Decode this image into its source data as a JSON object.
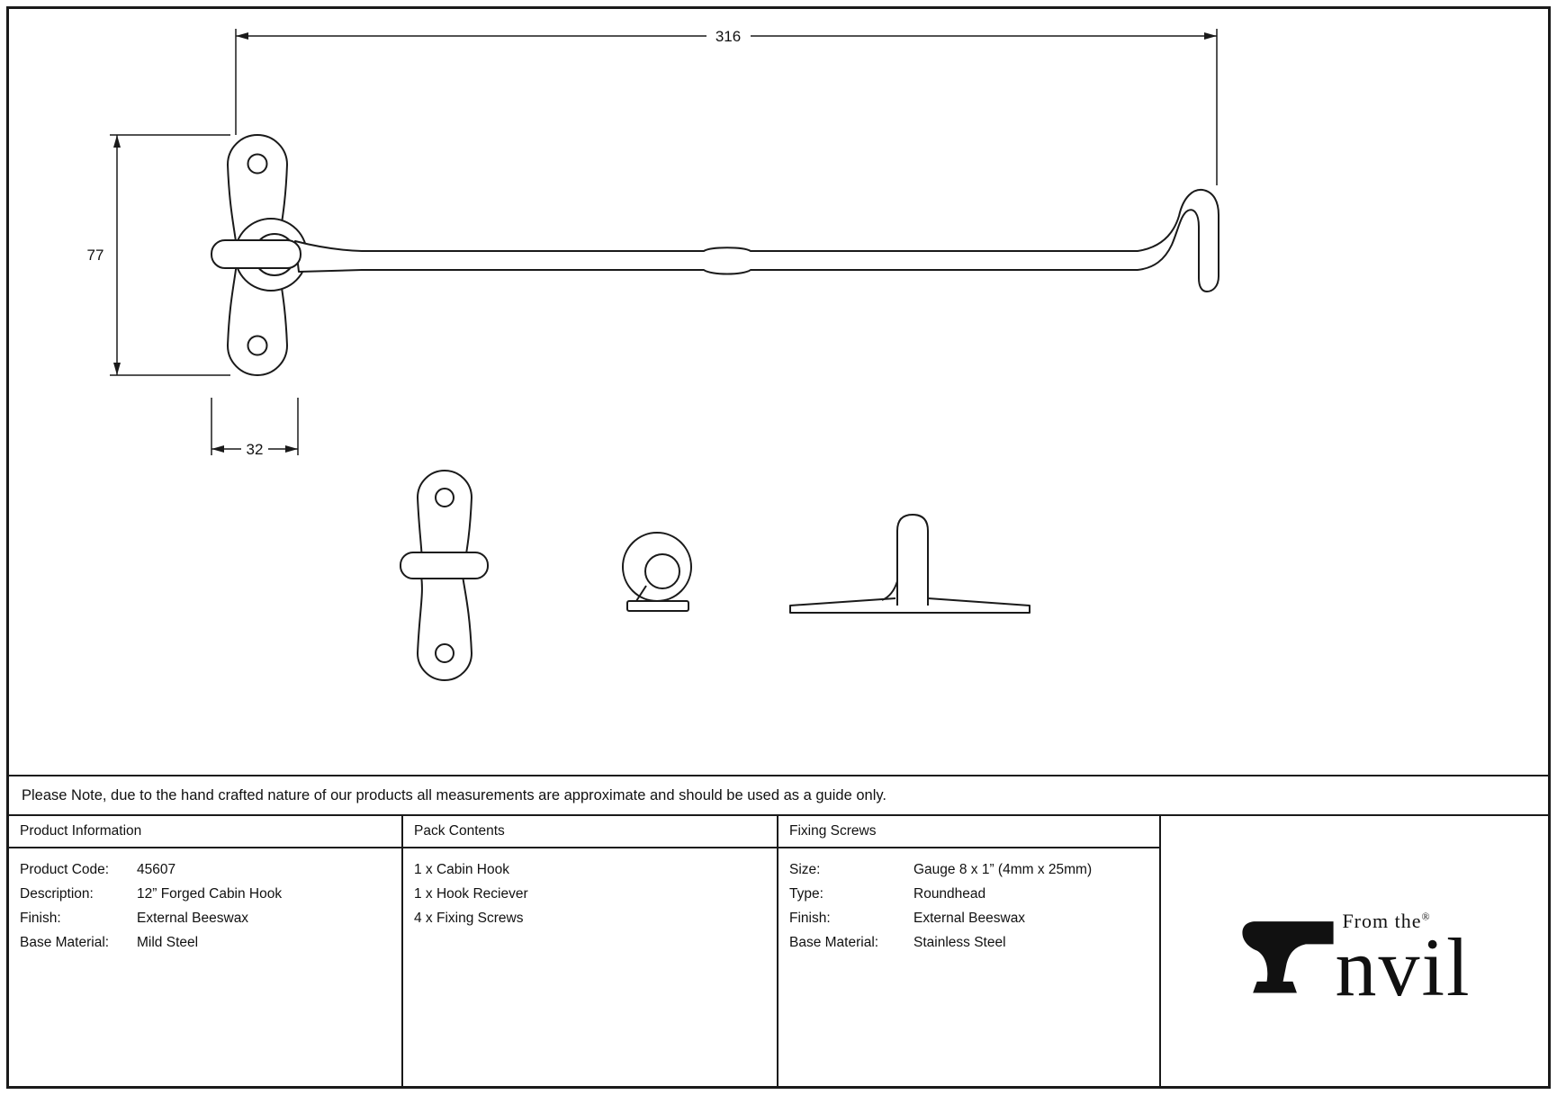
{
  "drawing": {
    "dim_width": "316",
    "dim_height": "77",
    "dim_pivot": "32"
  },
  "note": "Please Note, due to the hand crafted nature of our products all measurements are approximate and should be used as a guide only.",
  "table": {
    "product_information": {
      "header": "Product Information",
      "rows": [
        {
          "label": "Product Code:",
          "value": "45607"
        },
        {
          "label": "Description:",
          "value": "12” Forged Cabin Hook"
        },
        {
          "label": "Finish:",
          "value": "External Beeswax"
        },
        {
          "label": "Base Material:",
          "value": "Mild Steel"
        }
      ]
    },
    "pack_contents": {
      "header": "Pack Contents",
      "items": [
        "1 x Cabin Hook",
        "1 x Hook Reciever",
        "4 x Fixing Screws"
      ]
    },
    "fixing_screws": {
      "header": "Fixing Screws",
      "rows": [
        {
          "label": "Size:",
          "value": "Gauge 8 x 1” (4mm x 25mm)"
        },
        {
          "label": "Type:",
          "value": "Roundhead"
        },
        {
          "label": "Finish:",
          "value": "External Beeswax"
        },
        {
          "label": "Base Material:",
          "value": "Stainless Steel"
        }
      ]
    }
  },
  "logo": {
    "top_text": "From the",
    "registered": "®",
    "name_rest": "nvil"
  },
  "colors": {
    "line": "#1a1a1a",
    "background": "#ffffff"
  }
}
